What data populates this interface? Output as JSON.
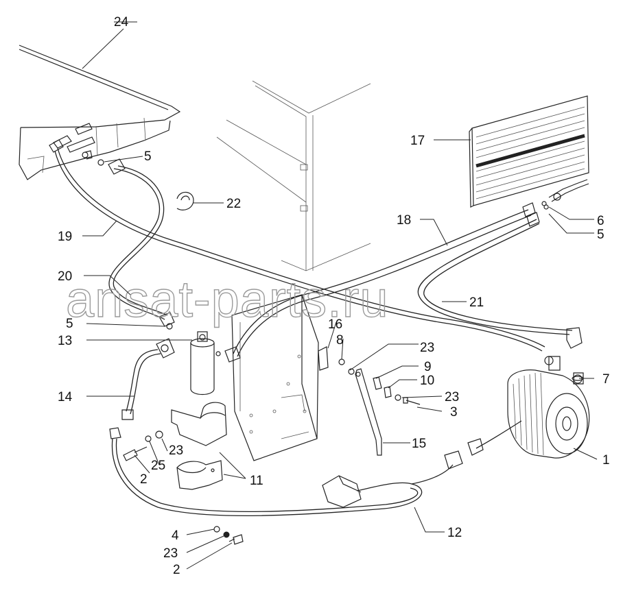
{
  "watermark": "ansat-parts.ru",
  "callouts": {
    "c1": "1",
    "c2a": "2",
    "c2b": "2",
    "c3": "3",
    "c4": "4",
    "c5a": "5",
    "c5b": "5",
    "c5c": "5",
    "c6": "6",
    "c7": "7",
    "c8": "8",
    "c9": "9",
    "c10": "10",
    "c11": "11",
    "c12": "12",
    "c13": "13",
    "c14": "14",
    "c15": "15",
    "c16": "16",
    "c17": "17",
    "c18": "18",
    "c19": "19",
    "c20": "20",
    "c21": "21",
    "c22": "22",
    "c23a": "23",
    "c23b": "23",
    "c23c": "23",
    "c23d": "23",
    "c24": "24",
    "c25": "25"
  }
}
